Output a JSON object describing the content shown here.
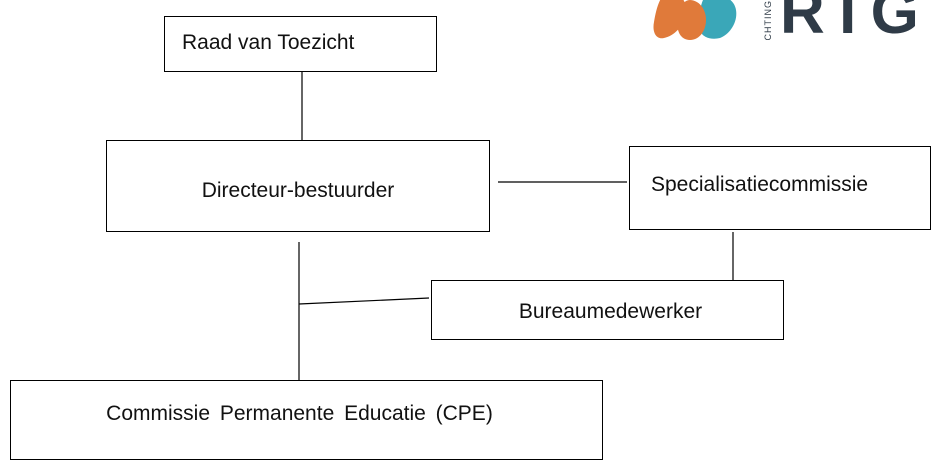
{
  "org_chart": {
    "boxes": {
      "raad": "Raad van Toezicht",
      "directeur": "Directeur-bestuurder",
      "specialisatie": "Specialisatiecommissie",
      "bureau": "Bureaumedewerker",
      "cpe": "Commissie Permanente Educatie (CPE)"
    }
  },
  "logo": {
    "wordmark": "RTG",
    "small_text": "STICHTING",
    "colors": {
      "orange": "#e07a3a",
      "teal": "#3aa7b8",
      "dark": "#2f3b47"
    }
  }
}
